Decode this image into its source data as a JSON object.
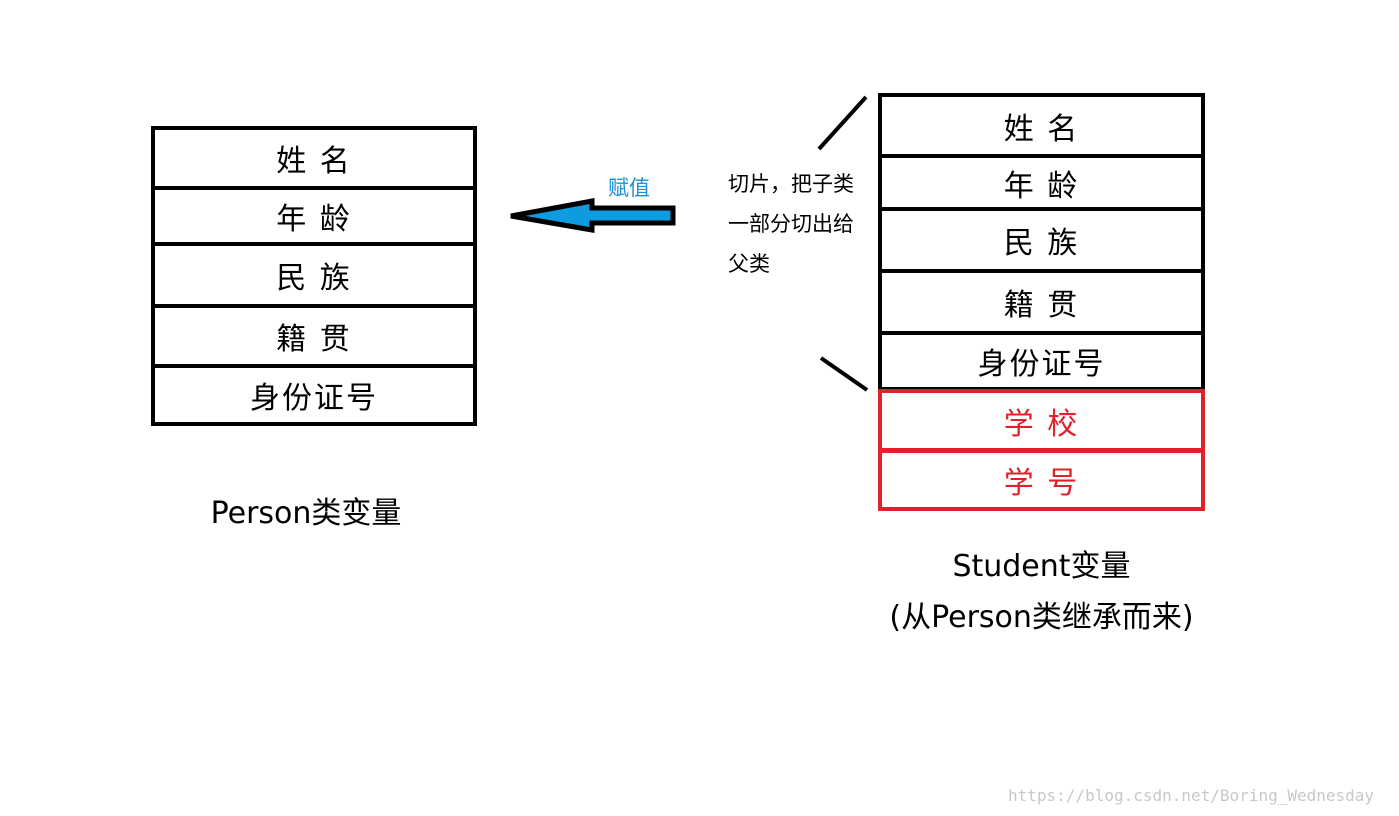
{
  "person": {
    "fields": [
      "姓 名",
      "年 龄",
      "民 族",
      "籍 贯",
      "身份证号"
    ],
    "caption": "Person类变量"
  },
  "student": {
    "fields": [
      "姓 名",
      "年 龄",
      "民 族",
      "籍 贯",
      "身份证号"
    ],
    "extra_fields": [
      "学 校",
      "学 号"
    ],
    "caption_line1": "Student变量",
    "caption_line2": "(从Person类继承而来)"
  },
  "arrow_label": "赋值",
  "slice_note": [
    "切片，把子类",
    "一部分切出给",
    "父类"
  ],
  "watermark": "https://blog.csdn.net/Boring_Wednesday",
  "colors": {
    "arrow_fill": "#0f9be0",
    "subclass_fields": "#e0202a"
  }
}
